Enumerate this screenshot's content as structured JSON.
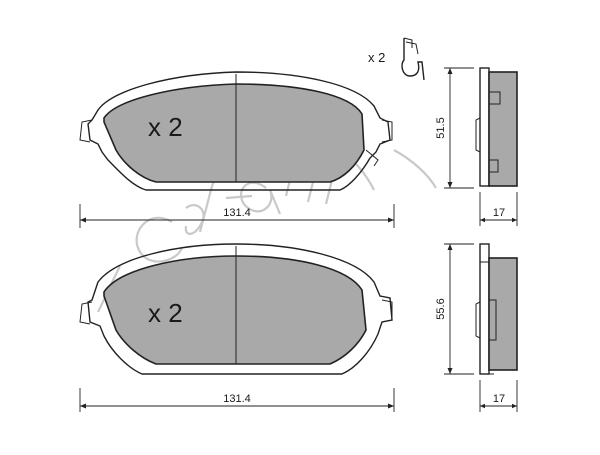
{
  "accessory": {
    "qty_label": "x 2"
  },
  "pad_top": {
    "qty_label": "x 2",
    "width_label": "131.4",
    "height_label": "51.5",
    "thickness_label": "17"
  },
  "pad_bottom": {
    "qty_label": "x 2",
    "width_label": "131.4",
    "height_label": "55.6",
    "thickness_label": "17"
  },
  "watermark": {
    "text": "cifam",
    "color": "#c9c9c9"
  },
  "colors": {
    "friction_material": "#a9a9a9",
    "outline": "#222222",
    "background": "#ffffff"
  }
}
